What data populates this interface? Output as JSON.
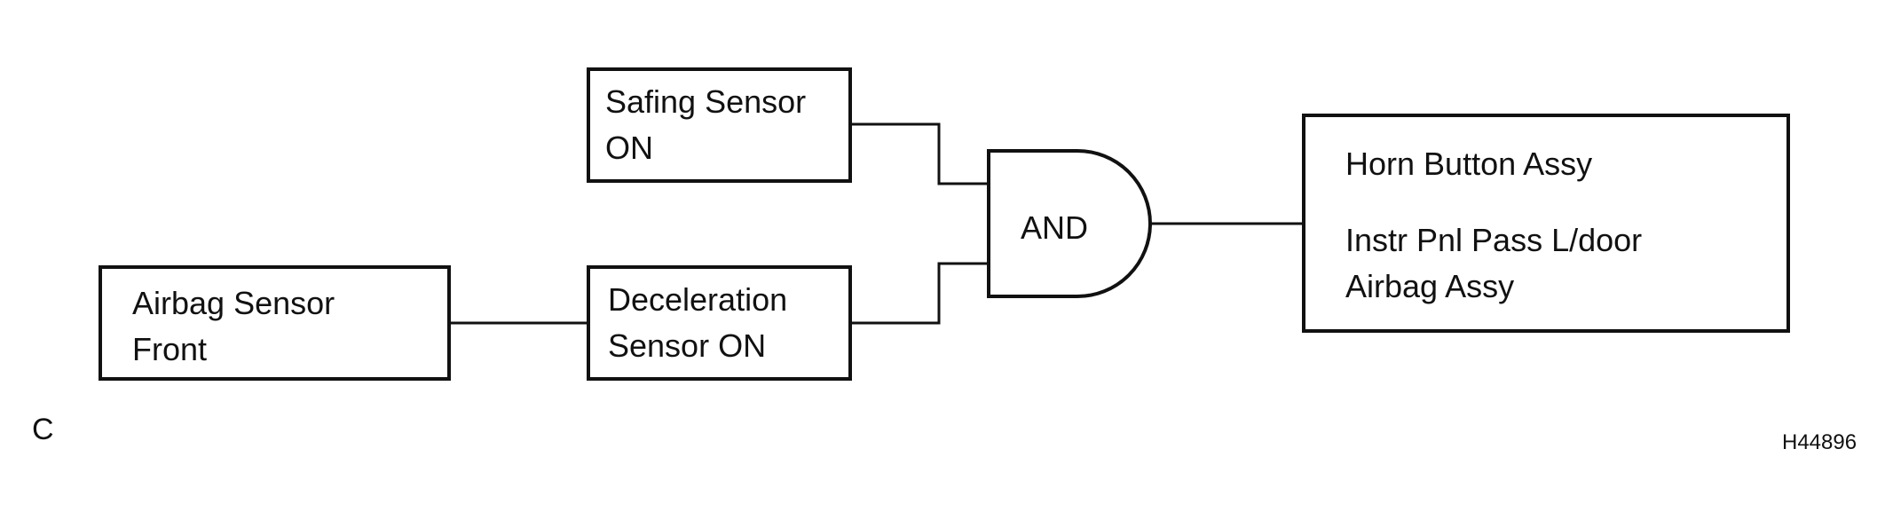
{
  "diagram": {
    "safing_sensor": {
      "line1": "Safing Sensor",
      "line2": "ON"
    },
    "deceleration_sensor": {
      "line1": "Deceleration",
      "line2": "Sensor ON"
    },
    "airbag_sensor_front": {
      "line1": "Airbag Sensor",
      "line2": "Front"
    },
    "and_gate": {
      "label": "AND"
    },
    "outputs": {
      "line1": "Horn Button Assy",
      "line2": "Instr Pnl Pass L/door",
      "line3": "Airbag Assy"
    },
    "corner_label": "C",
    "figure_code": "H44896"
  }
}
